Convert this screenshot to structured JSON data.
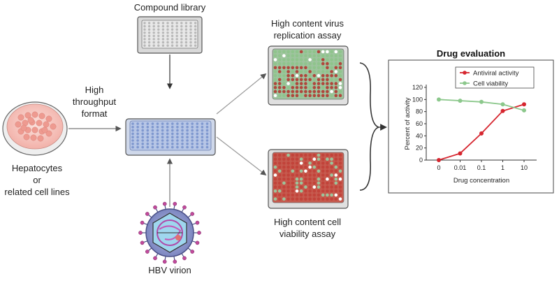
{
  "labels": {
    "compound_library": "Compound library",
    "hts_line1": "High",
    "hts_line2": "throughput",
    "hts_line3": "format",
    "hep_line1": "Hepatocytes",
    "hep_line2": "or",
    "hep_line3": "related cell lines",
    "virion": "HBV virion",
    "virus_assay_line1": "High content virus",
    "virus_assay_line2": "replication assay",
    "viability_assay_line1": "High content cell",
    "viability_assay_line2": "viability assay"
  },
  "colors": {
    "arrow": "#333333",
    "arrow_light": "#9a9a9a",
    "plate_blue": "#8fa8d8",
    "antiviral": "#d6262f",
    "viability": "#8cc88c",
    "dish": "#f4b8b0",
    "virion_outer": "#8c95c8"
  },
  "chart_data": {
    "type": "line",
    "title": "Drug evaluation",
    "xlabel": "Drug concentration",
    "ylabel": "Percent of activity",
    "categories": [
      "0",
      "0.01",
      "0.1",
      "1",
      "10"
    ],
    "ylim": [
      0,
      120
    ],
    "yticks": [
      0,
      20,
      40,
      60,
      80,
      100,
      120
    ],
    "legend_position": "top-right",
    "grid": false,
    "series": [
      {
        "name": "Antiviral activity",
        "values": [
          0,
          11,
          44,
          81,
          92
        ],
        "color": "#d6262f"
      },
      {
        "name": "Cell viability",
        "values": [
          100,
          98,
          96,
          92,
          82
        ],
        "color": "#8cc88c"
      }
    ]
  }
}
